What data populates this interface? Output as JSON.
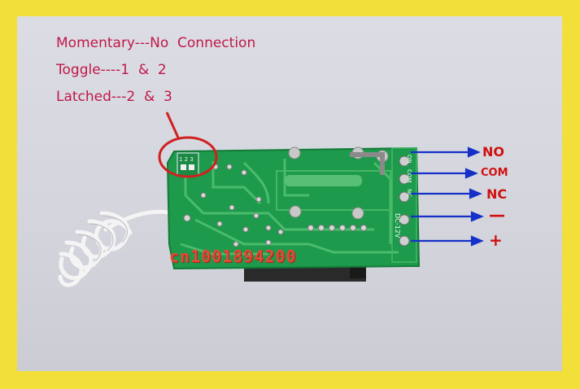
{
  "notes": {
    "momentary": "Momentary---No  Connection",
    "toggle": "Toggle----1  &  2",
    "latched": "Latched---2  &  3"
  },
  "terminals": {
    "no": "NO",
    "com": "COM",
    "nc": "NC",
    "minus": "—",
    "plus": "+"
  },
  "board": {
    "watermark": "cn1001894200",
    "power_marking": "DC-12V",
    "jumper_digits": "1 2 3",
    "pin_labels": [
      "ON",
      "COM",
      "NC"
    ]
  },
  "colors": {
    "frame": "#f3df3a",
    "note_text": "#c01848",
    "arrow": "#1530c8",
    "terminal_label": "#d01010",
    "pcb": "#1e9a4c",
    "highlight_circle": "#d02020"
  }
}
